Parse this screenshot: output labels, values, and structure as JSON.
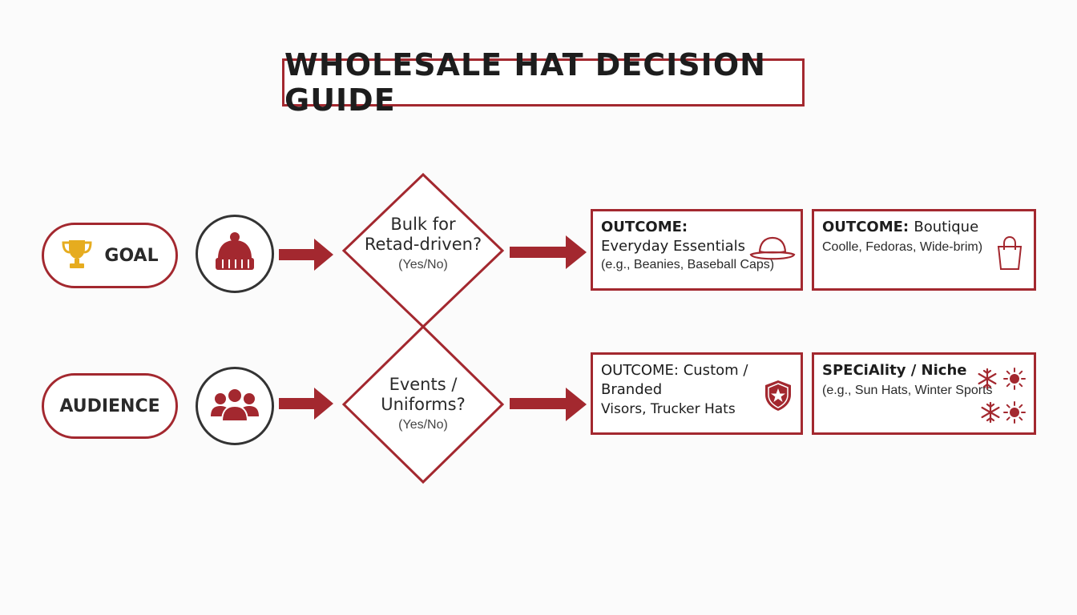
{
  "title": "WHOLESALE HAT DECISION GUIDE",
  "colors": {
    "accent": "#a3282f",
    "gold": "#e6ac1f",
    "ink": "#1d1d1d"
  },
  "left_column": {
    "goal": {
      "label": "GOAL",
      "icon": "trophy-icon"
    },
    "audience": {
      "label": "AUDIENCE"
    },
    "goal_circle_icon": "beanie-icon",
    "audience_circle_icon": "people-group-icon"
  },
  "decisions": [
    {
      "question_line1": "Bulk for",
      "question_line2": "Retad-driven?",
      "yesno": "(Yes/No)"
    },
    {
      "question_line1": "Events /",
      "question_line2": "Uniforms?",
      "yesno": "(Yes/No)"
    }
  ],
  "outcomes": {
    "everyday": {
      "heading": "OUTCOME:",
      "main": "Everyday Essentials",
      "sub": "(e.g., Beanies, Baseball Caps)",
      "icon": "wide-brim-hat-icon"
    },
    "boutique": {
      "heading": "OUTCOME:",
      "heading_rest": "Boutique",
      "sub": "Coolle, Fedoras, Wide-brim)",
      "icon": "shopping-bag-icon"
    },
    "custom": {
      "heading": "OUTCOME: Custom /",
      "line2": "Branded",
      "line3": "Visors, Trucker Hats",
      "icon": "shield-star-icon"
    },
    "specialty": {
      "heading": "SPECiAlity / Niche",
      "sub": "(e.g., Sun Hats, Winter Sports",
      "icons": [
        "snowflake-icon",
        "sun-icon"
      ]
    }
  }
}
